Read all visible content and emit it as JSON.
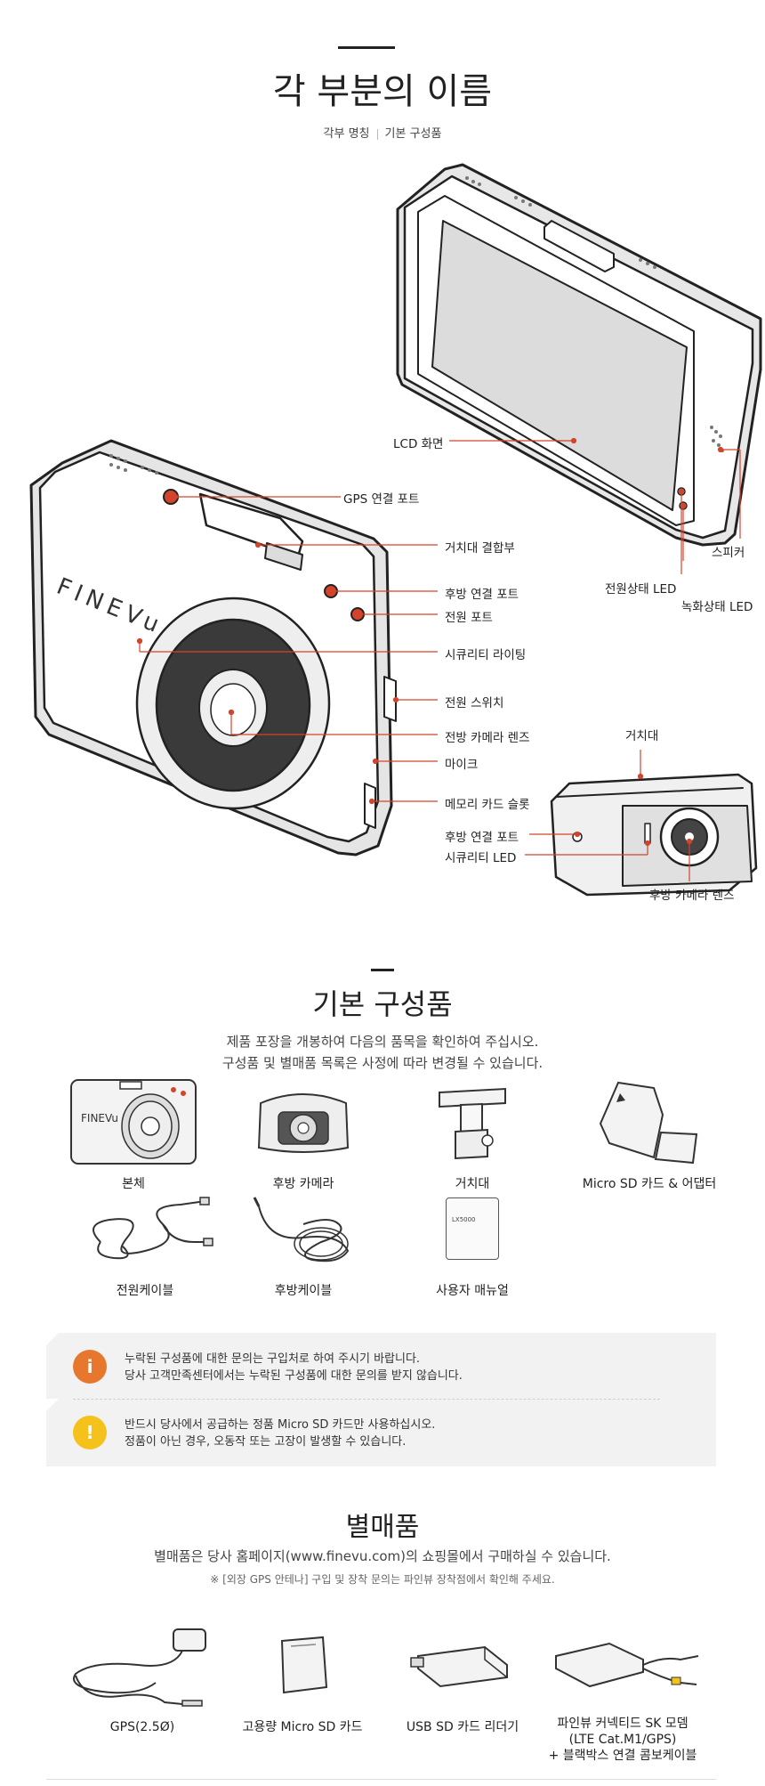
{
  "parts": {
    "title": "각 부분의 이름",
    "tabs": [
      "각부 명칭",
      "기본 구성품"
    ],
    "labels": {
      "lcd": "LCD 화면",
      "gps_port": "GPS 연결 포트",
      "mount_joint": "거치대 결합부",
      "rear_port": "후방 연결 포트",
      "power_port": "전원 포트",
      "security_lighting": "시큐리티 라이팅",
      "power_switch": "전원 스위치",
      "front_lens": "전방 카메라 렌즈",
      "mic": "마이크",
      "memory_slot": "메모리 카드 슬롯",
      "speaker": "스피커",
      "power_led": "전원상태 LED",
      "rec_led": "녹화상태 LED",
      "mount": "거치대",
      "rear_cam_port": "후방 연결 포트",
      "security_led": "시큐리티 LED",
      "rear_lens": "후방 카메라 렌즈"
    }
  },
  "components": {
    "title": "기본 구성품",
    "intro": [
      "제품 포장을 개봉하여 다음의 품목을 확인하여 주십시오.",
      "구성품 및 별매품 목록은 사정에 따라 변경될 수 있습니다."
    ],
    "items": [
      {
        "label": "본체",
        "icon": "dashcam-icon"
      },
      {
        "label": "후방 카메라",
        "icon": "rear-camera-icon"
      },
      {
        "label": "거치대",
        "icon": "mount-icon"
      },
      {
        "label": "Micro SD 카드 & 어댑터",
        "icon": "sd-card-icon"
      },
      {
        "label": "전원케이블",
        "icon": "power-cable-icon"
      },
      {
        "label": "후방케이블",
        "icon": "rear-cable-icon"
      },
      {
        "label": "사용자 매뉴얼",
        "icon": "manual-icon"
      }
    ],
    "manual_cover_text": "LX5000",
    "notices": [
      {
        "icon": "info-icon",
        "glyph": "i",
        "color": "#e8772e",
        "lines": [
          "누락된 구성품에 대한 문의는 구입처로 하여 주시기 바랍니다.",
          "당사 고객만족센터에서는 누락된 구성품에 대한 문의를 받지 않습니다."
        ]
      },
      {
        "icon": "warning-icon",
        "glyph": "!",
        "color": "#f4c21a",
        "lines": [
          "반드시 당사에서 공급하는 정품 Micro SD 카드만 사용하십시오.",
          "정품이 아닌 경우, 오동작 또는 고장이 발생할 수 있습니다."
        ]
      }
    ]
  },
  "accessories": {
    "title": "별매품",
    "intro": "별매품은 당사 홈페이지(www.finevu.com)의 쇼핑몰에서 구매하실 수 있습니다.",
    "note": "※ [외장 GPS 안테나] 구입 및 장착 문의는 파인뷰 장착점에서 확인해 주세요.",
    "items": [
      {
        "label": "GPS(2.5Ø)",
        "icon": "gps-antenna-icon"
      },
      {
        "label": "고용량 Micro SD 카드",
        "icon": "micro-sd-icon"
      },
      {
        "label": "USB SD 카드 리더기",
        "icon": "card-reader-icon"
      },
      {
        "label": [
          "파인뷰 커넥티드 SK 모뎀",
          "(LTE Cat.M1/GPS)",
          "+ 블랙박스 연결 콤보케이블"
        ],
        "icon": "lte-modem-icon"
      }
    ]
  },
  "brand": {
    "logo": "FINEVu"
  },
  "colors": {
    "accent": "#d4432b",
    "info": "#e8772e",
    "warning": "#f4c21a",
    "panel": "#f2f2f2"
  }
}
